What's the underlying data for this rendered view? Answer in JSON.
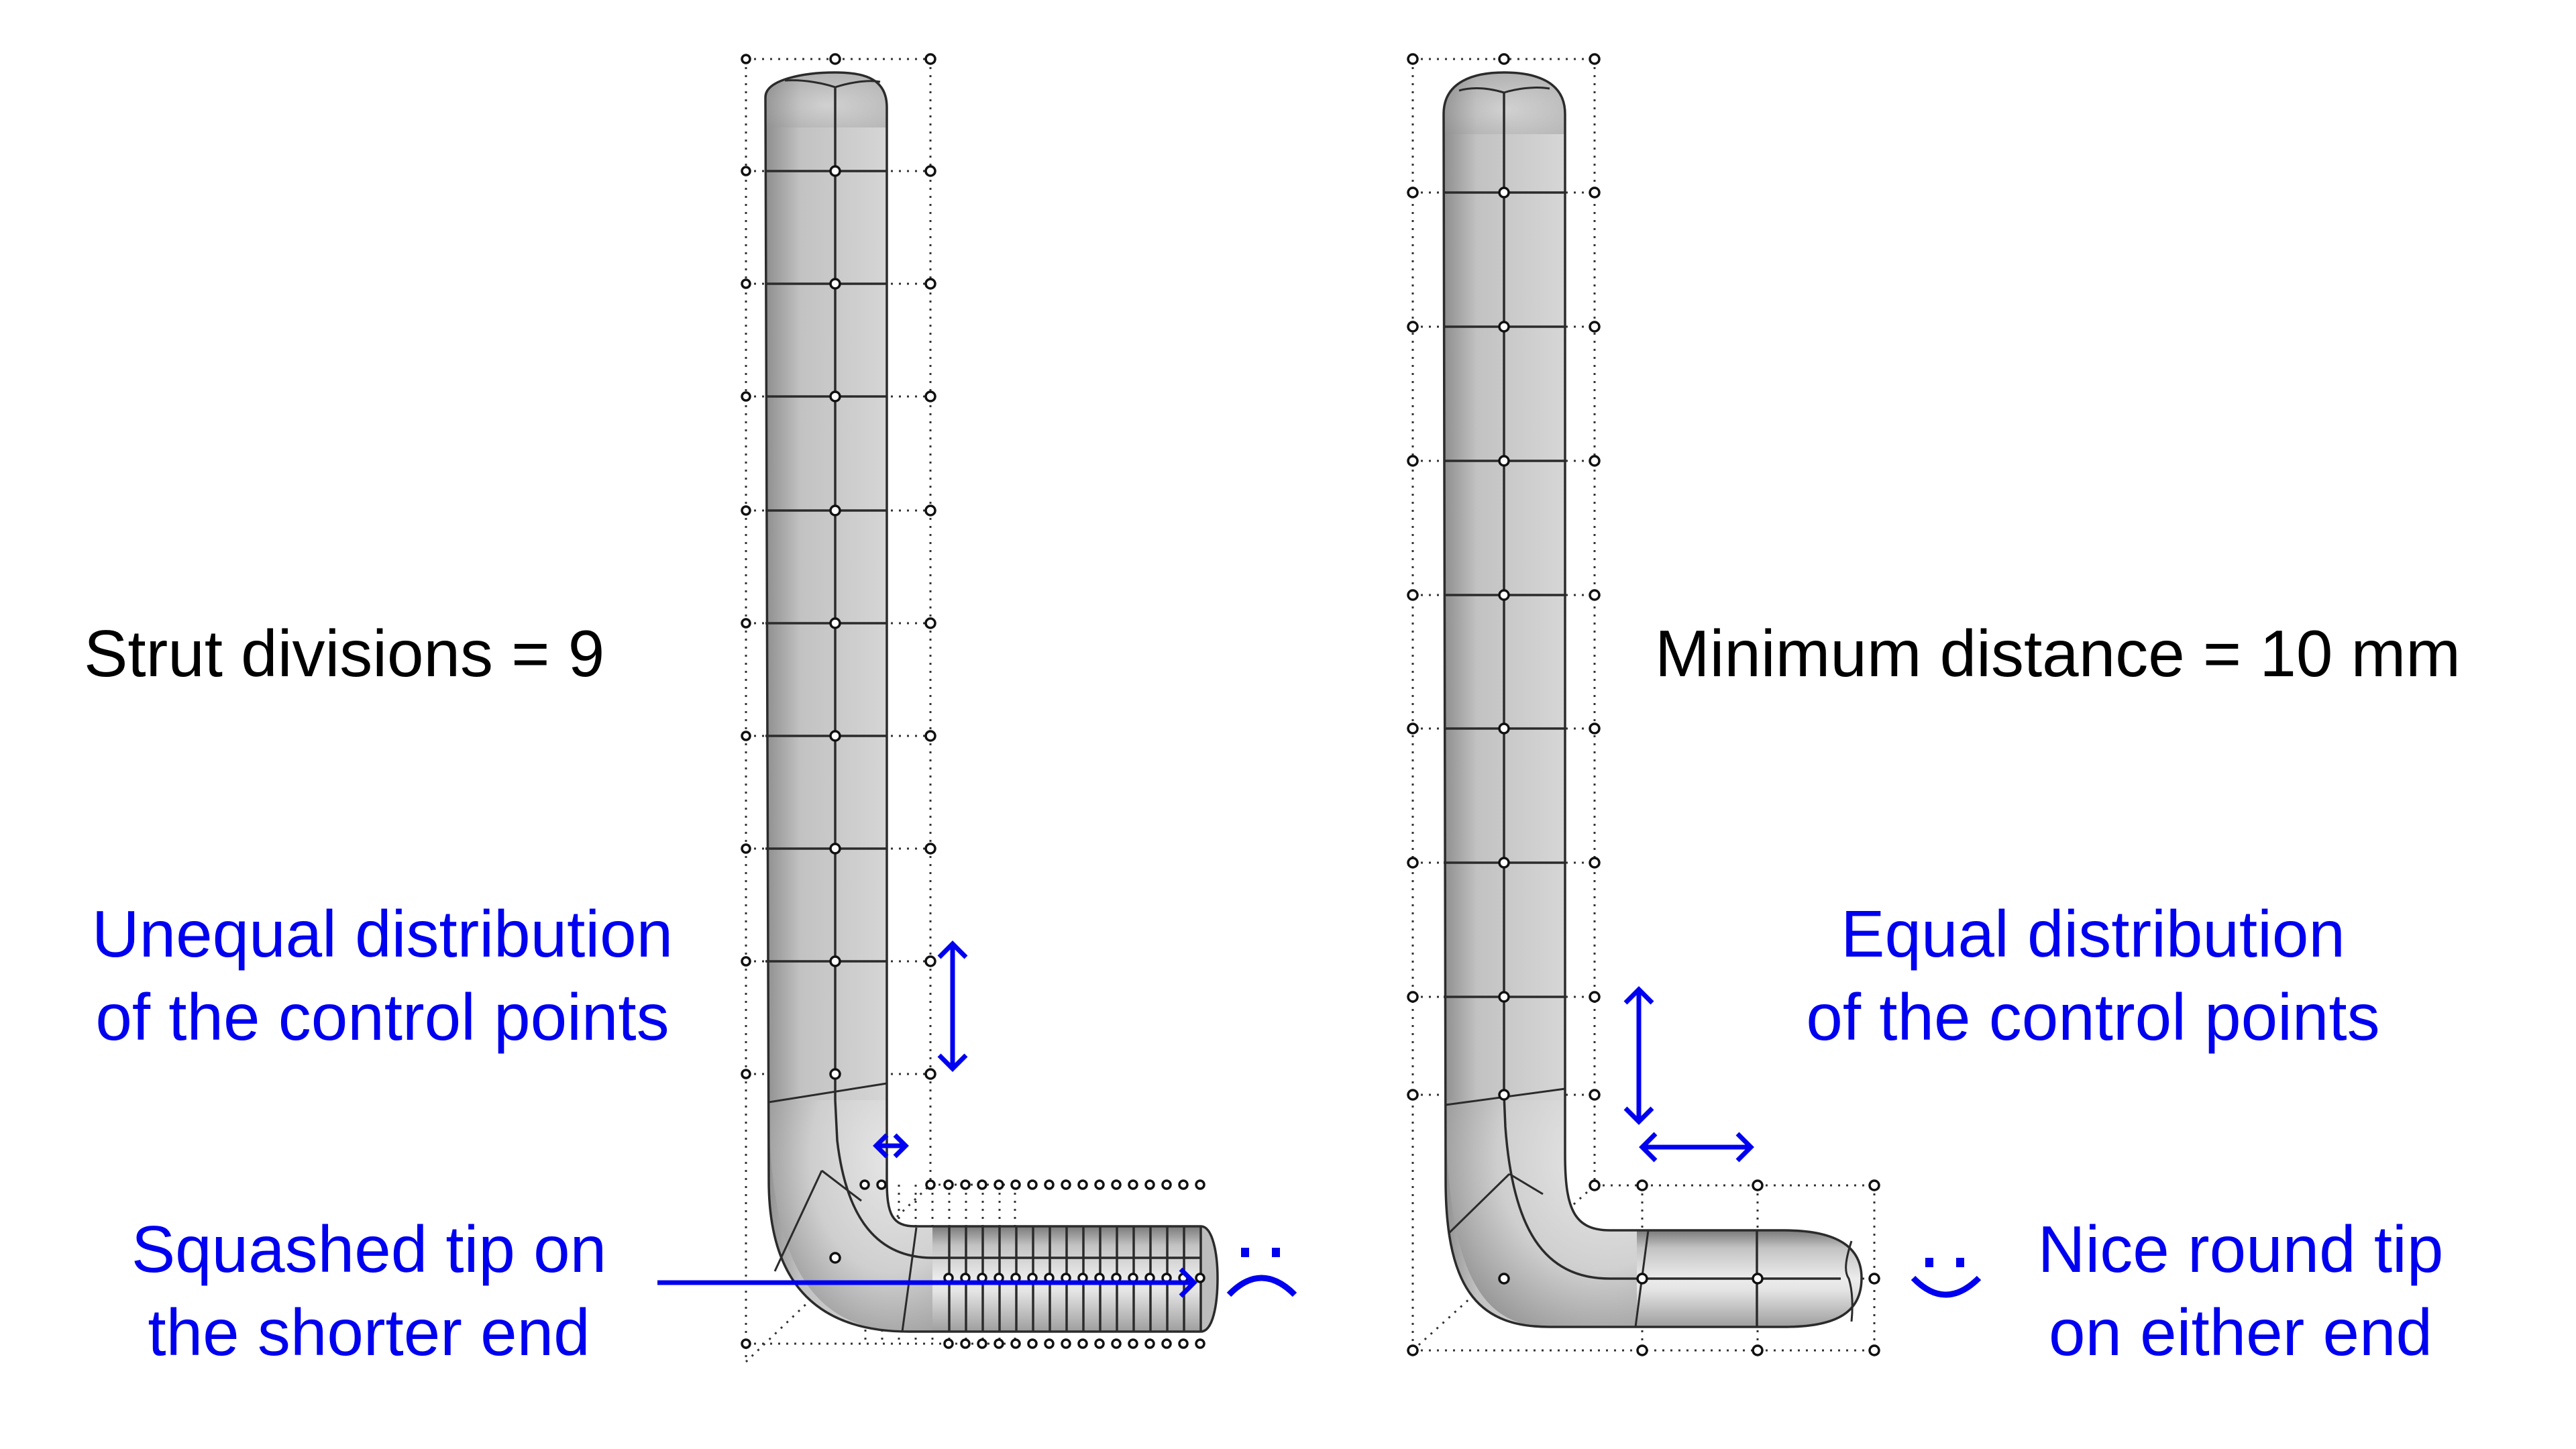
{
  "left_panel": {
    "parameter_label": "Strut divisions = 9",
    "callout_distribution": [
      "Unequal distribution",
      "of the control points"
    ],
    "callout_tip": [
      "Squashed tip on",
      "the shorter end"
    ],
    "mood_icon": "frown-face-icon"
  },
  "right_panel": {
    "parameter_label": "Minimum distance = 10 mm",
    "callout_distribution": [
      "Equal distribution",
      "of the control points"
    ],
    "callout_tip": [
      "Nice round tip",
      "on either end"
    ],
    "mood_icon": "smile-face-icon"
  },
  "colors": {
    "annotation": "#0000f0",
    "label": "#000000",
    "mesh_line": "#2b2b2b",
    "surface_light": "#ededed",
    "surface_dark": "#8c8c8c"
  }
}
